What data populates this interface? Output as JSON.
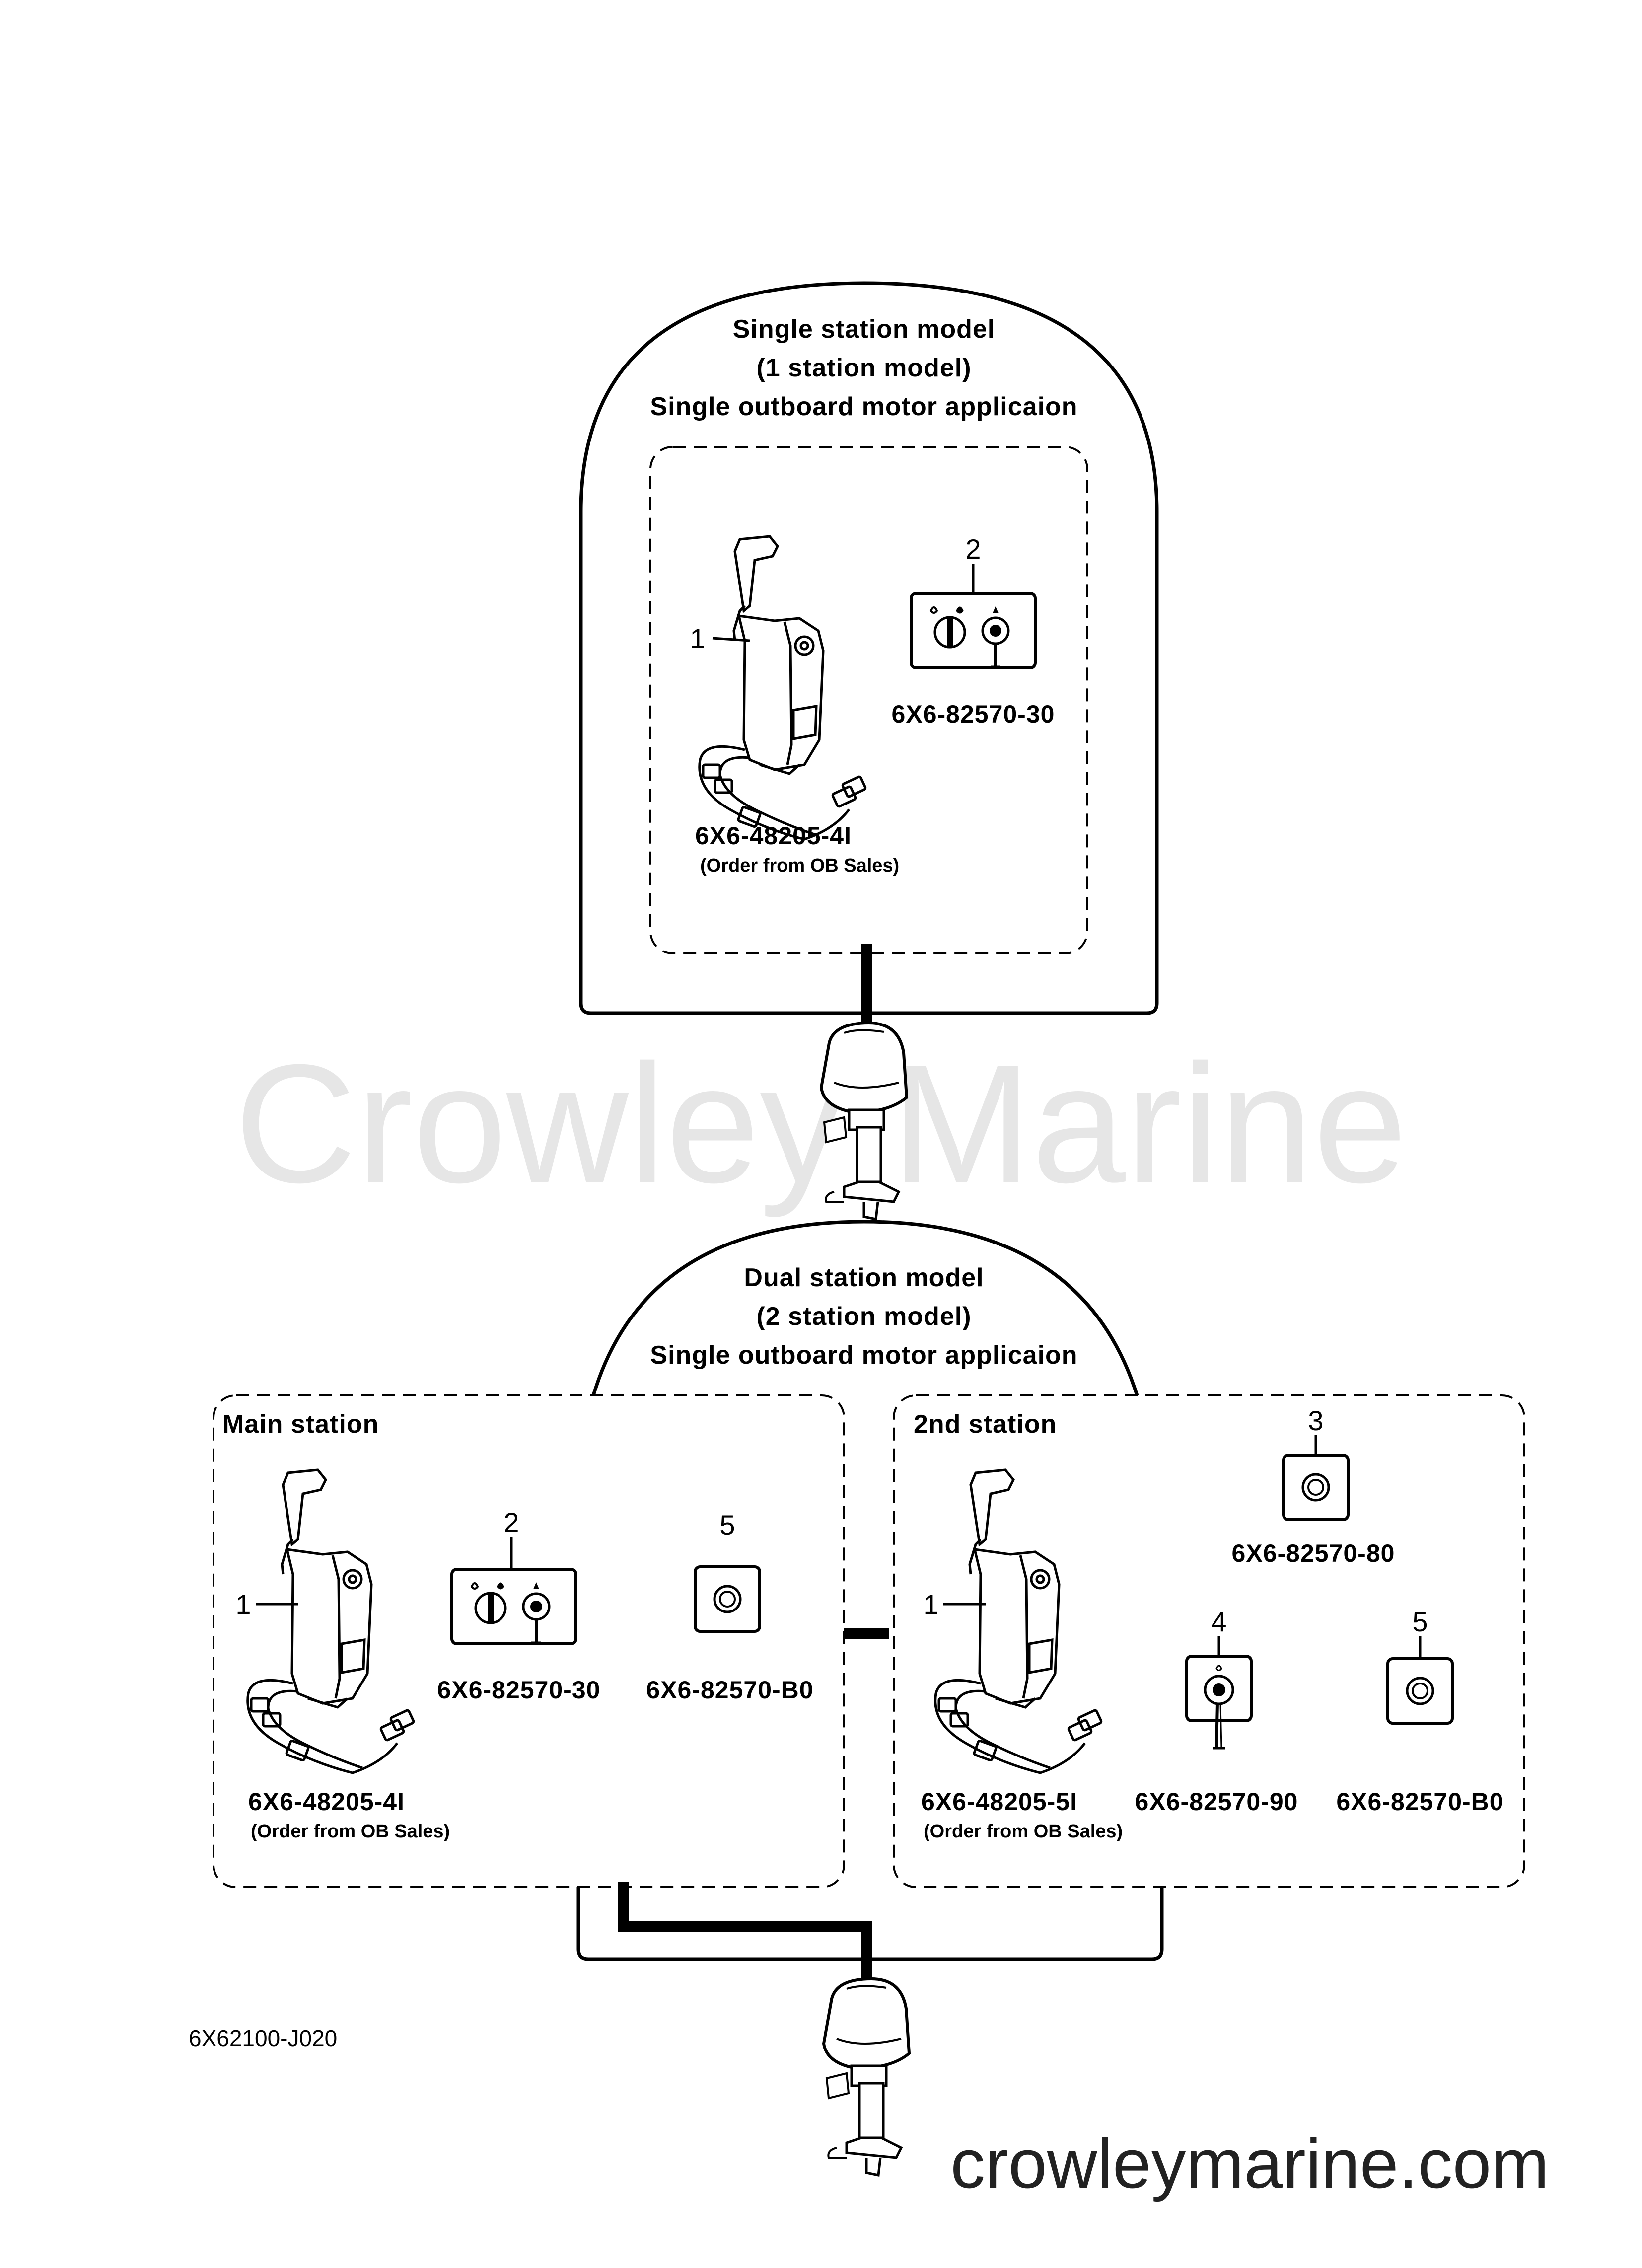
{
  "watermark": "Crowley Marine",
  "site_url": "crowleymarine.com",
  "diagram_code": "6X62100-J020",
  "single_station": {
    "title_line1": "Single station model",
    "title_line2": "(1 station model)",
    "title_line3": "Single outboard motor applicaion",
    "items": [
      {
        "ref": "1",
        "part_no": "6X6-48205-4I",
        "note": "(Order from OB Sales)",
        "icon": "remote-control-lever"
      },
      {
        "ref": "2",
        "part_no": "6X6-82570-30",
        "icon": "main-switch-panel"
      }
    ]
  },
  "dual_station": {
    "title_line1": "Dual station model",
    "title_line2": "(2 station model)",
    "title_line3": "Single outboard motor applicaion",
    "main_station": {
      "label": "Main station",
      "items": [
        {
          "ref": "1",
          "part_no": "6X6-48205-4I",
          "note": "(Order from OB Sales)",
          "icon": "remote-control-lever"
        },
        {
          "ref": "2",
          "part_no": "6X6-82570-30",
          "icon": "main-switch-panel"
        },
        {
          "ref": "5",
          "part_no": "6X6-82570-B0",
          "icon": "push-switch"
        }
      ]
    },
    "second_station": {
      "label": "2nd station",
      "items": [
        {
          "ref": "1",
          "part_no": "6X6-48205-5I",
          "note": "(Order from OB Sales)",
          "icon": "remote-control-lever"
        },
        {
          "ref": "3",
          "part_no": "6X6-82570-80",
          "icon": "push-switch"
        },
        {
          "ref": "4",
          "part_no": "6X6-82570-90",
          "icon": "lanyard-switch"
        },
        {
          "ref": "5",
          "part_no": "6X6-82570-B0",
          "icon": "push-switch"
        }
      ]
    }
  }
}
